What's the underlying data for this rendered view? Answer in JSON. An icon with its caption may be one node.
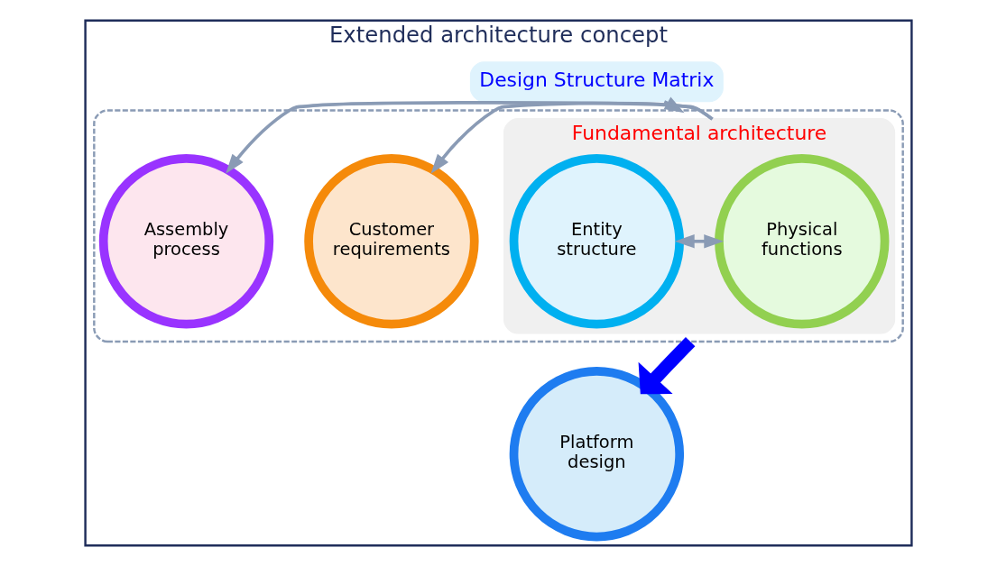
{
  "diagram": {
    "nodes": [
      {
        "text": [
          "Extended architecture concept"
        ]
      },
      {
        "text": [
          "Design Structure Matrix"
        ],
        "in": 0
      },
      {
        "text": [],
        "shape": "box",
        "in": 0
      },
      {
        "text": [
          "Fundamental architecture"
        ],
        "in": 2
      },
      {
        "text": [
          "Customer requirements"
        ],
        "in": 2
      },
      {
        "text": [
          "Physical functions"
        ],
        "in": 3
      },
      {
        "text": [
          "Entity structure"
        ],
        "in": 3
      },
      {
        "text": [
          "Assembly process"
        ],
        "in": 2
      },
      {
        "text": [
          "Platform design"
        ],
        "in": 0
      }
    ],
    "edges": [
      {
        "from": 1,
        "to": 2,
        "arrow": "to"
      },
      {
        "from": 3,
        "to": 4,
        "arrow": "to"
      },
      {
        "from": 5,
        "to": 6,
        "arrow": "both"
      },
      {
        "from": 3,
        "to": 7,
        "arrow": "to"
      },
      {
        "from": 2,
        "to": 8,
        "arrow": "to",
        "style": "thick",
        "color": "#0000ff"
      }
    ]
  }
}
